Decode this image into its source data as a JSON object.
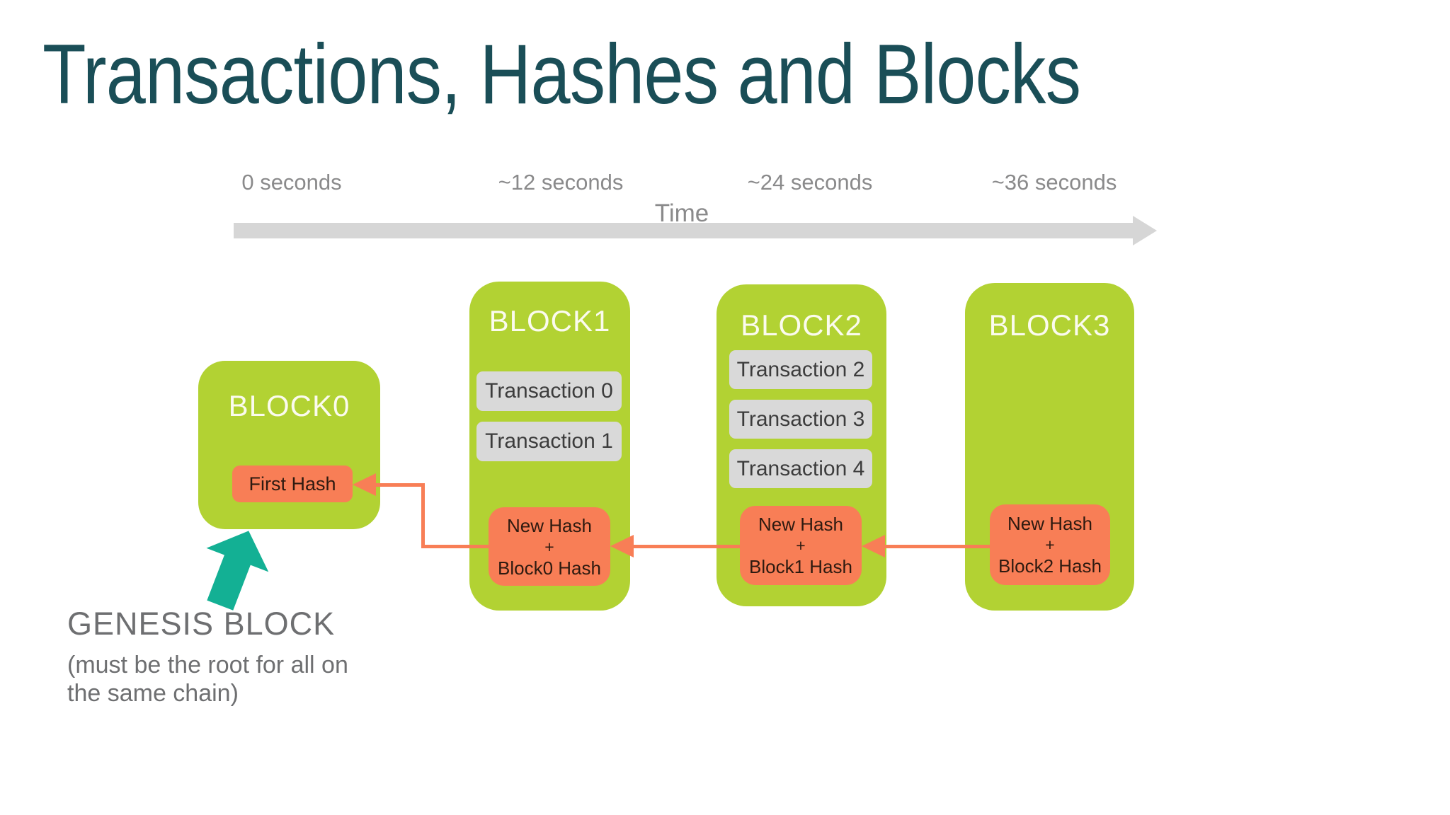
{
  "slide": {
    "title": "Transactions, Hashes and Blocks"
  },
  "colors": {
    "title_text": "#1a4e57",
    "block_green": "#b2d233",
    "hash_orange": "#f87e56",
    "connector_orange": "#f87e56",
    "transaction_gray": "#d9d9d9",
    "time_arrow_gray": "#d6d6d6",
    "timeline_text_gray": "#8a8a8b",
    "genesis_arrow_teal": "#13b094",
    "genesis_text_gray": "#6e6f71",
    "block_title_text": "#fbfbee"
  },
  "timeline": {
    "labels": [
      "0 seconds",
      "~12 seconds",
      "~24 seconds",
      "~36 seconds"
    ],
    "axis_label": "Time"
  },
  "blocks": [
    {
      "name": "BLOCK0",
      "transactions": [],
      "hash": {
        "lines": [
          "First Hash"
        ]
      }
    },
    {
      "name": "BLOCK1",
      "transactions": [
        "Transaction 0",
        "Transaction 1"
      ],
      "hash": {
        "lines": [
          "New Hash",
          "+",
          "Block0 Hash"
        ]
      }
    },
    {
      "name": "BLOCK2",
      "transactions": [
        "Transaction 2",
        "Transaction 3",
        "Transaction 4"
      ],
      "hash": {
        "lines": [
          "New Hash",
          "+",
          "Block1 Hash"
        ]
      }
    },
    {
      "name": "BLOCK3",
      "transactions": [],
      "hash": {
        "lines": [
          "New Hash",
          "+",
          "Block2 Hash"
        ]
      }
    }
  ],
  "genesis": {
    "label": "GENESIS BLOCK",
    "caption_line1": "(must be the root for all on",
    "caption_line2": "the same chain)"
  }
}
